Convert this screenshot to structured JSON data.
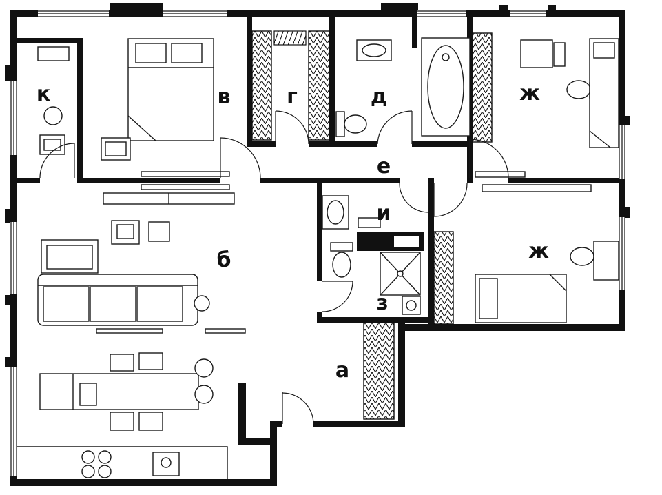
{
  "colors": {
    "wall": "#111111",
    "furniture_line": "#1a1a1a",
    "background": "#ffffff"
  },
  "rooms": [
    {
      "id": "k",
      "label": "к"
    },
    {
      "id": "v",
      "label": "в"
    },
    {
      "id": "g",
      "label": "г"
    },
    {
      "id": "d",
      "label": "д"
    },
    {
      "id": "zh1",
      "label": "ж"
    },
    {
      "id": "e",
      "label": "е"
    },
    {
      "id": "i",
      "label": "и"
    },
    {
      "id": "b",
      "label": "б"
    },
    {
      "id": "zh2",
      "label": "ж"
    },
    {
      "id": "z",
      "label": "з"
    },
    {
      "id": "a",
      "label": "а"
    }
  ]
}
